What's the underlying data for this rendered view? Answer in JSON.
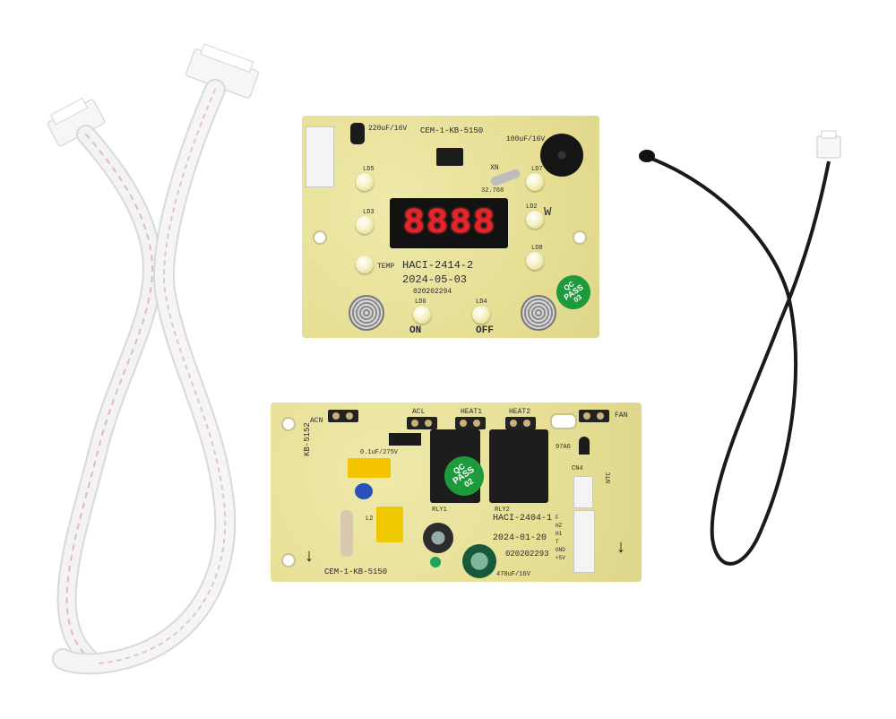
{
  "display_board": {
    "model": "HACI-2414-2",
    "date": "2024-05-03",
    "serial": "020202294",
    "pcb_code": "CEM-1-KB-5150",
    "cap_left": "220uF/16V",
    "cap_right": "100uF/16V",
    "segment_digits": [
      "8",
      "8",
      "8",
      "8"
    ],
    "label_on": "ON",
    "label_off": "OFF",
    "label_temp": "TEMP",
    "label_w": "W",
    "label_xn": "XN",
    "label_crystal": "32.768",
    "led_labels": [
      "LD5",
      "LD3",
      "LD2",
      "LD6",
      "LD4",
      "LD8",
      "LD7"
    ],
    "qc_sticker": {
      "line1": "QC",
      "line2": "PASS",
      "line3": "03"
    }
  },
  "power_board": {
    "model": "HACI-2404-1",
    "date": "2024-01-20",
    "serial": "020202293",
    "pcb_code": "CEM-1-KB-5150",
    "board_id": "KB-5152",
    "terminals": [
      "ACN",
      "ACL",
      "HEAT1",
      "HEAT2",
      "FAN"
    ],
    "labels": {
      "cn4": "CN4",
      "ntc": "NTC",
      "cap": "470uF/16V",
      "small_cap": "0.1uF/275V",
      "relay1": "RLY1",
      "relay2": "RLY2",
      "l2": "L2",
      "ref97": "97A6"
    },
    "pin_labels": [
      "F",
      "HZ",
      "H1",
      "T",
      "GND",
      "+5V"
    ],
    "qc_sticker": {
      "line1": "QC",
      "line2": "PASS",
      "line3": "02"
    }
  }
}
